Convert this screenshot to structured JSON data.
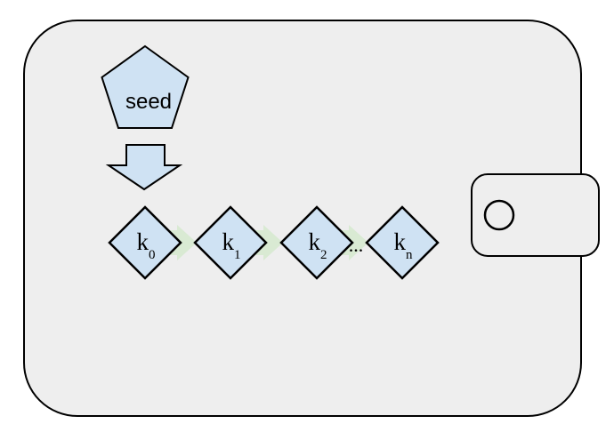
{
  "diagram": {
    "seed_label": "seed",
    "ellipsis": "...",
    "keys": [
      {
        "base": "k",
        "sub": "0"
      },
      {
        "base": "k",
        "sub": "1"
      },
      {
        "base": "k",
        "sub": "2"
      },
      {
        "base": "k",
        "sub": "n"
      }
    ],
    "icons": {
      "down_arrow": "block-arrow-down",
      "derive_arrow": "block-arrow-right"
    },
    "colors": {
      "wallet_fill": "#eeeeee",
      "node_fill": "#cfe2f3",
      "arrow_fill": "#d9ead3",
      "outline": "#000000",
      "canvas": "#ffffff"
    }
  }
}
